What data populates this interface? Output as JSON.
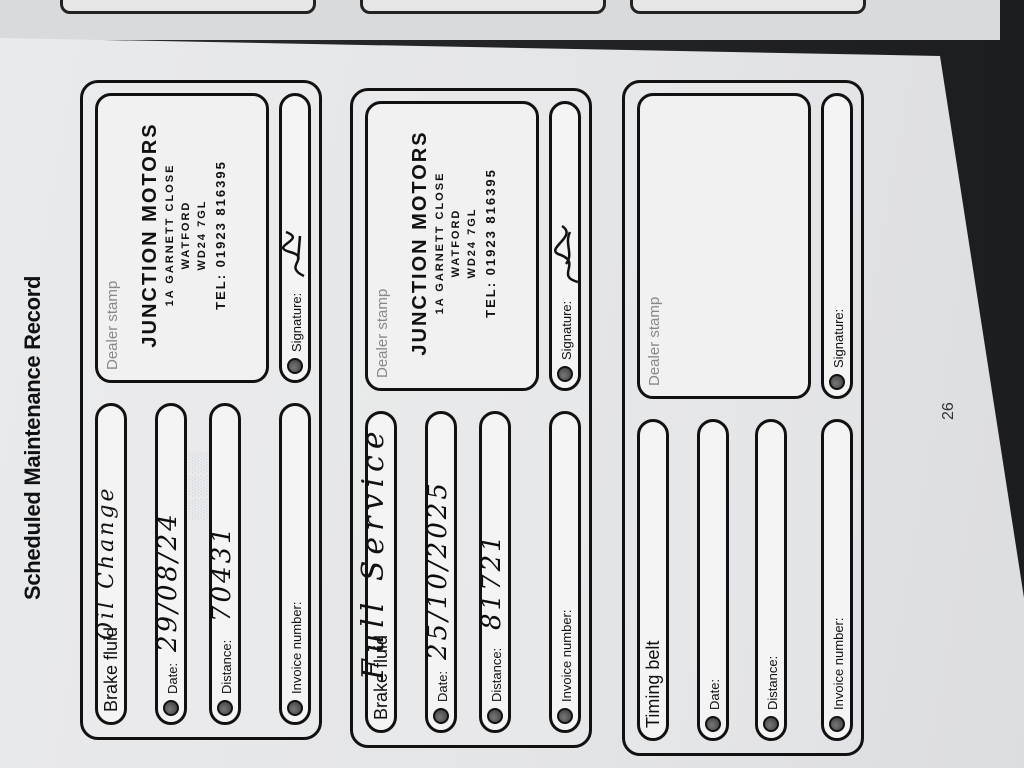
{
  "page": {
    "title": "Scheduled Maintenance Record",
    "page_number": "26"
  },
  "labels": {
    "date": "Date:",
    "distance": "Distance:",
    "invoice": "Invoice number:",
    "dealer_stamp": "Dealer stamp",
    "signature": "Signature:"
  },
  "records": [
    {
      "service_item": "Brake fluid",
      "handwritten_note": "Oil Change",
      "date_value": "29/08/24",
      "distance_value": "70431",
      "invoice_value": "",
      "stamp": {
        "name": "JUNCTION MOTORS",
        "line1": "1A GARNETT CLOSE",
        "line2": "WATFORD",
        "line3": "WD24 7GL",
        "tel": "TEL: 01923 816395"
      }
    },
    {
      "service_item": "Brake fluid",
      "handwritten_note": "Full Service",
      "date_value": "25/10/2025",
      "distance_value": "81721",
      "invoice_value": "",
      "stamp": {
        "name": "JUNCTION MOTORS",
        "line1": "1A GARNETT CLOSE",
        "line2": "WATFORD",
        "line3": "WD24 7GL",
        "tel": "TEL: 01923 816395"
      }
    },
    {
      "service_item": "Timing belt",
      "handwritten_note": "",
      "date_value": "",
      "distance_value": "",
      "invoice_value": ""
    }
  ]
}
